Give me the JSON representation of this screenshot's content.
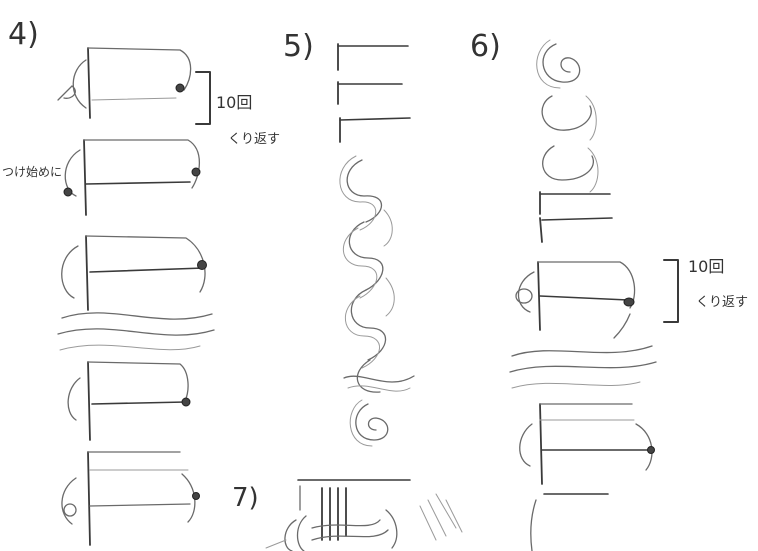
{
  "sections": [
    {
      "id": "4",
      "label": "4)",
      "repeat_note": {
        "count": "10回",
        "action": "くり返す"
      },
      "side_note": "つけ始めに"
    },
    {
      "id": "5",
      "label": "5)"
    },
    {
      "id": "6",
      "label": "6)",
      "repeat_note": {
        "count": "10回",
        "action": "くり返す"
      }
    },
    {
      "id": "7",
      "label": "7)"
    }
  ]
}
